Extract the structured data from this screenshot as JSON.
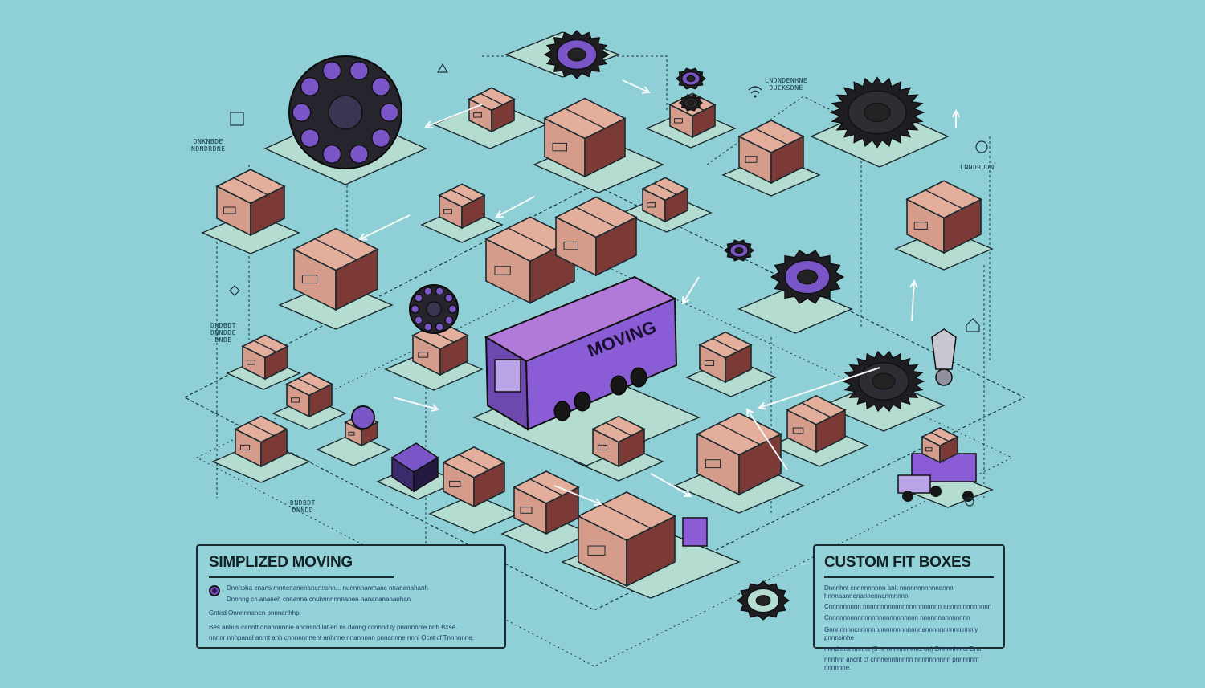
{
  "colors": {
    "background": "#8fcfd6",
    "platform": "#b5dcd0",
    "box_light": "#d59c8c",
    "box_dark": "#7c3a37",
    "gear_purple": "#7a55c8",
    "truck_purple": "#8a5cd6",
    "outline": "#1b2a2e"
  },
  "labels": {
    "truck_text": "MOVING",
    "top_right": "LNDNDENHNE\nDUCKSDNE",
    "left_top": "DNKNBDE\nNDNDRDNE",
    "right_mid": "LNNDRDDN",
    "left_mid": "DNDBDT\nDNNDDE\nDNDE",
    "left_bottom": "DNDBDT\nDNNDD"
  },
  "left_card": {
    "title": "SIMPLIZED MOVING",
    "line1": "Dnnhsha enans mnnenanenanennsnn... nunnnhanmanc nnananahanh",
    "line2": "Dnnnng cn ananeh cnnanna cnuhnnnnnnanen nanananananhan",
    "line3": "Gnted Onnnnnanen pnnnanhhp.",
    "line4": "Bes anhus canntt dnannnnnie ancnsnd lat en ns danng connnd ly pnnnnnnle nnh Bxse.",
    "line5": "nnnnr nnhpanal anrnt anh cnnnnnnnent anhnne nnannnnn pnnannne nnnl Ocnt cf Tnnnnnne."
  },
  "right_card": {
    "title": "CUSTOM FIT BOXES",
    "line1": "Dnnnhnt cnnnnnnnnn anit nnnnnnnnnnnennn hnnnaannenannennanmnnnn",
    "line2": "Cnnnnnnnnn nnnnnnnnnnnnnnnnnnnnnn annnn nnnnnnnn",
    "line3": "Cnnnnnnnnnnnnnnnnnnnnnnnnn nnnnnnannnnnnn",
    "line4": "Gnnnnnnncnnnnnnnnnnnnnnnnnnannnnnnnnnnlnnnly pnnnsinhe",
    "line5": "nnnd ans nnnns (5 nr nnnnnnnnns on) Dnnnnhnns Dne",
    "line6": "nnnhnr ancnt cf cnnnennhnnnn nnnnnnnnnn pnnnnnnt nnnnnne."
  }
}
